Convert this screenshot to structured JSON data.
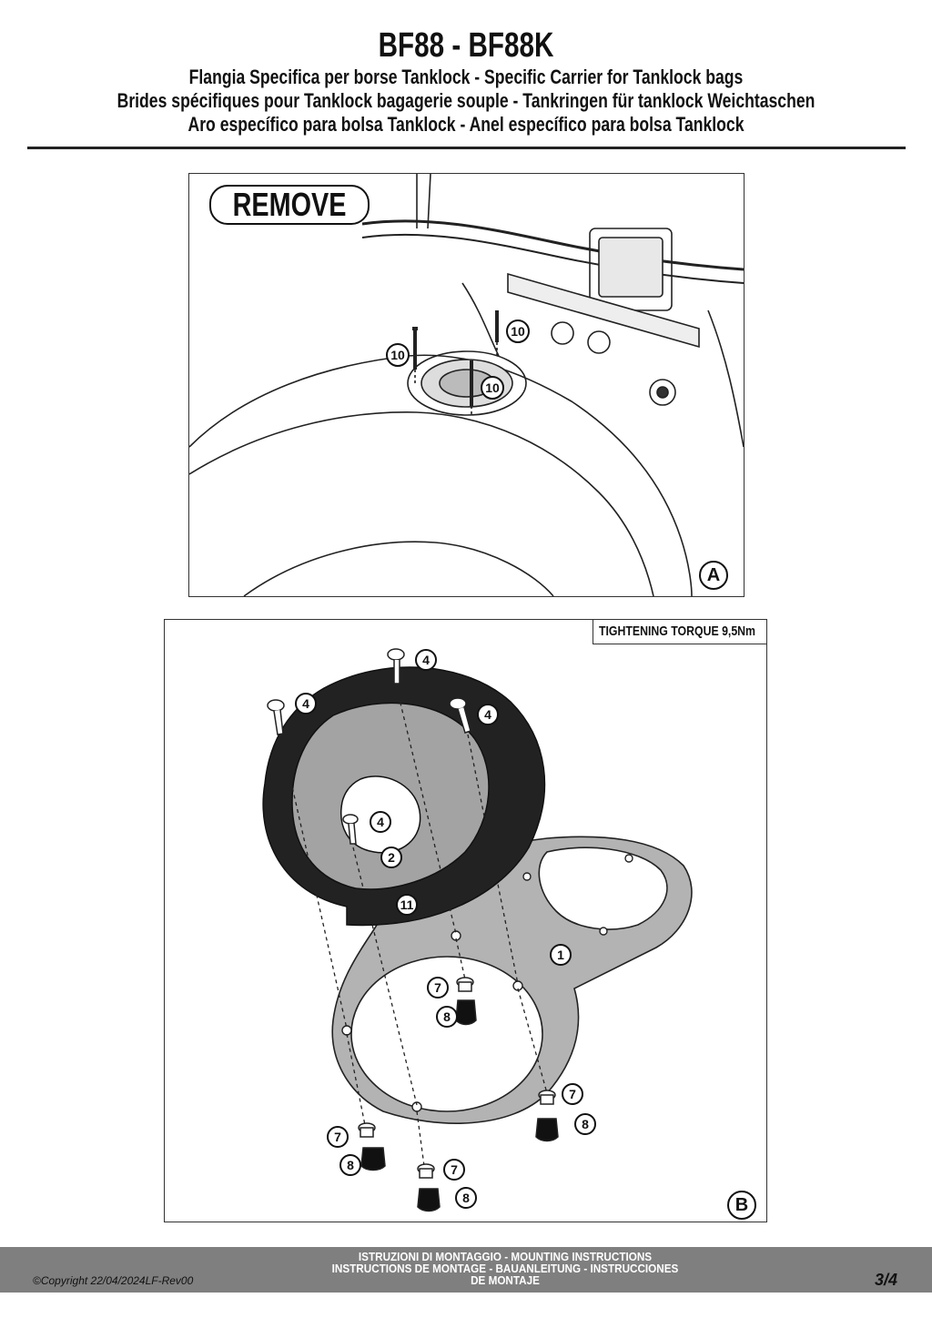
{
  "header": {
    "title": "BF88 - BF88K",
    "subtitle_1": "Flangia Specifica per borse Tanklock - Specific Carrier for Tanklock bags",
    "subtitle_2": "Brides spécifiques pour Tanklock bagagerie souple - Tankringen für tanklock Weichtaschen",
    "subtitle_3": "Aro específico para bolsa Tanklock - Anel específico para bolsa Tanklock"
  },
  "panel_a": {
    "badge": "REMOVE",
    "letter": "A",
    "callouts": [
      "10",
      "10",
      "10"
    ]
  },
  "panel_b": {
    "torque": "TIGHTENING TORQUE 9,5Nm",
    "letter": "B",
    "callouts": {
      "c4a": "4",
      "c4b": "4",
      "c4c": "4",
      "c4d": "4",
      "c2": "2",
      "c11": "11",
      "c1": "1",
      "c7a": "7",
      "c8a": "8",
      "c7b": "7",
      "c8b": "8",
      "c7c": "7",
      "c8c": "8",
      "c7d": "7",
      "c8d": "8"
    }
  },
  "footer": {
    "copyright": "©Copyright 22/04/2024LF-Rev00",
    "line_1": "ISTRUZIONI DI MONTAGGIO  -  MOUNTING INSTRUCTIONS",
    "line_2": "INSTRUCTIONS DE MONTAGE - BAUANLEITUNG - INSTRUCCIONES",
    "line_3": "DE MONTAJE",
    "page": "3/4"
  }
}
